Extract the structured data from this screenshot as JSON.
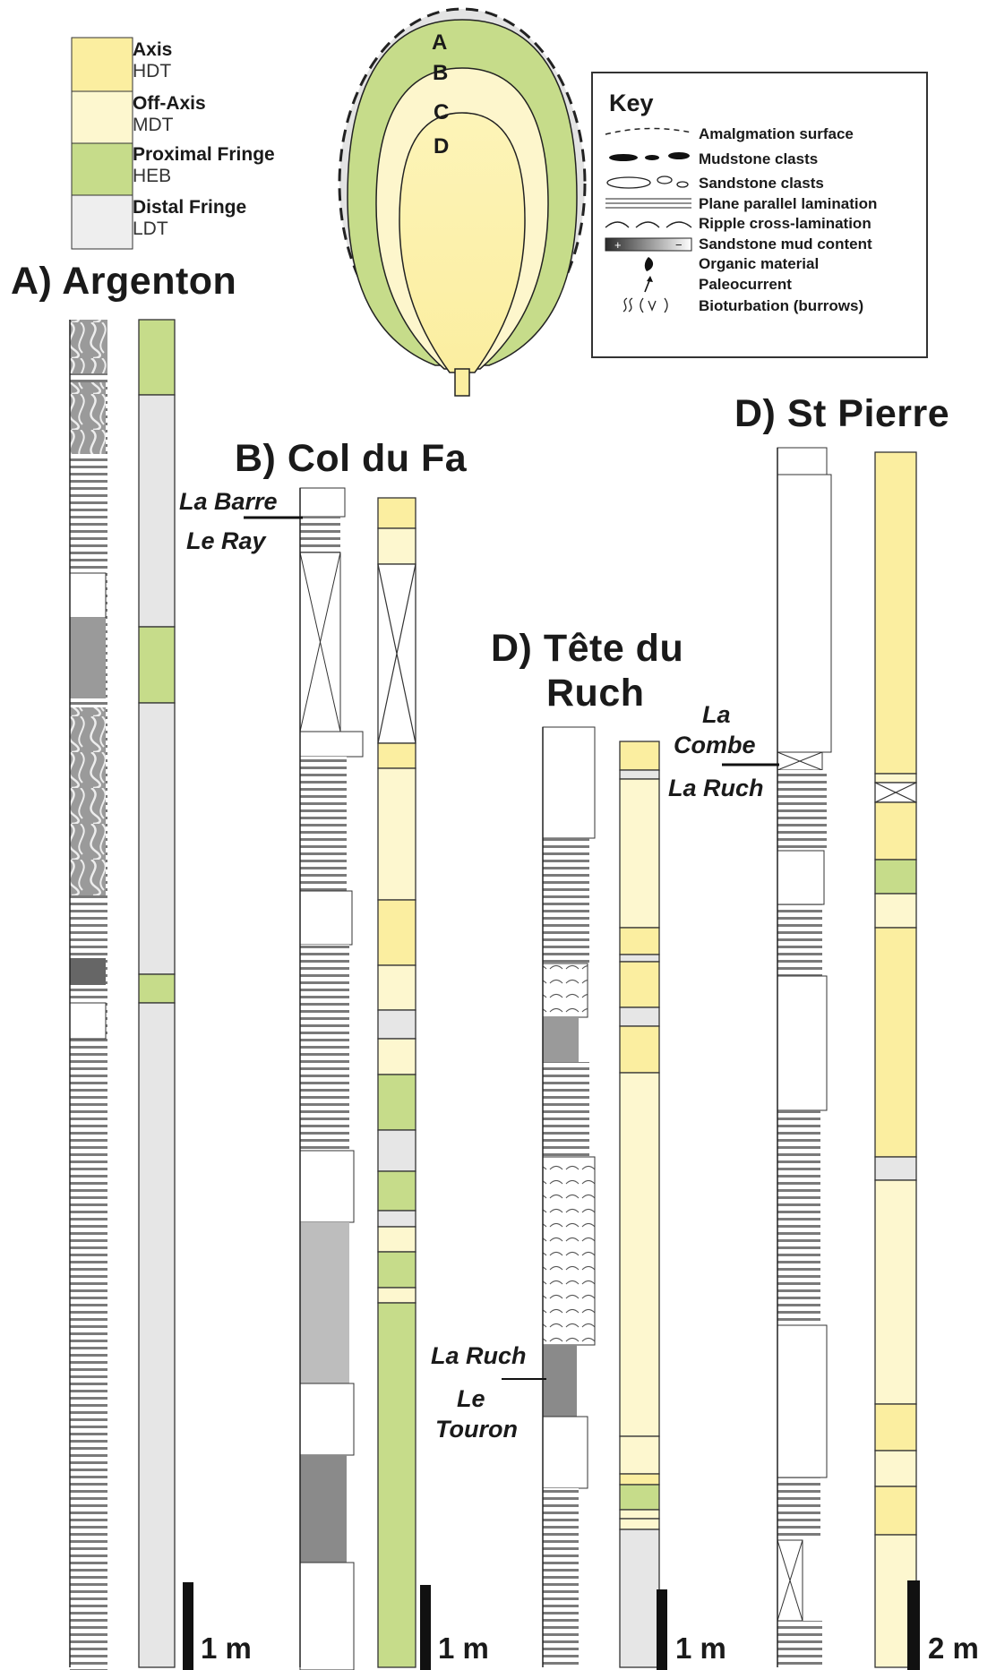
{
  "legend": [
    {
      "facies": "Axis",
      "code": "HDT",
      "color": "#fbeea0"
    },
    {
      "facies": "Off-Axis",
      "code": "MDT",
      "color": "#fdf7cf"
    },
    {
      "facies": "Proximal Fringe",
      "code": "HEB",
      "color": "#c6dc8a"
    },
    {
      "facies": "Distal Fringe",
      "code": "LDT",
      "color": "#e6e6e6"
    }
  ],
  "lobe_zones": [
    "A",
    "B",
    "C",
    "D"
  ],
  "key": {
    "title": "Key",
    "items": [
      {
        "label": "Amalgmation surface",
        "icon": "dashed-line-icon"
      },
      {
        "label": "Mudstone clasts",
        "icon": "mudstone-clasts-icon"
      },
      {
        "label": "Sandstone clasts",
        "icon": "sandstone-clasts-icon"
      },
      {
        "label": "Plane parallel lamination",
        "icon": "parallel-lines-icon"
      },
      {
        "label": "Ripple cross-lamination",
        "icon": "ripple-icon"
      },
      {
        "label": "Sandstone mud content",
        "icon": "gradient-bar-icon",
        "signs": [
          "+",
          "−"
        ]
      },
      {
        "label": "Organic material",
        "icon": "leaf-icon"
      },
      {
        "label": "Paleocurrent",
        "icon": "arrow-icon"
      },
      {
        "label": "Bioturbation (burrows)",
        "icon": "burrow-icon"
      }
    ]
  },
  "sections": [
    {
      "title": "A) Argenton",
      "members": [],
      "scale_label": "1 m",
      "facies_column": [
        "Proximal Fringe",
        "Distal Fringe",
        "Proximal Fringe",
        "Distal Fringe",
        "Proximal Fringe",
        "Distal Fringe"
      ]
    },
    {
      "title": "B) Col du Fa",
      "members": [
        "La Barre",
        "Le Ray"
      ],
      "scale_label": "1 m",
      "facies_column": [
        "Axis",
        "Off-Axis",
        "Unexposed",
        "Axis",
        "Off-Axis",
        "Axis",
        "Off-Axis",
        "Distal Fringe",
        "Off-Axis",
        "Proximal Fringe",
        "Distal Fringe",
        "Proximal Fringe",
        "Distal Fringe",
        "Off-Axis",
        "Proximal Fringe",
        "Off-Axis",
        "Proximal Fringe"
      ]
    },
    {
      "title_line1": "D) Tête du",
      "title_line2": "Ruch",
      "members": [
        "La Ruch",
        "Le",
        "Touron"
      ],
      "scale_label": "1 m",
      "facies_column": [
        "Axis",
        "Distal Fringe",
        "Off-Axis",
        "Axis",
        "Distal Fringe",
        "Axis",
        "Distal Fringe",
        "Axis",
        "Off-Axis",
        "Off-Axis",
        "Axis",
        "Proximal Fringe",
        "Off-Axis",
        "Off-Axis",
        "Distal Fringe"
      ]
    },
    {
      "title": "D) St Pierre",
      "members": [
        "La",
        "Combe",
        "La Ruch"
      ],
      "scale_label": "2 m",
      "facies_column": [
        "Axis",
        "Off-Axis",
        "Unexposed",
        "Axis",
        "Proximal Fringe",
        "Off-Axis",
        "Axis",
        "Distal Fringe",
        "Off-Axis",
        "Axis",
        "Off-Axis",
        "Axis",
        "Off-Axis"
      ]
    }
  ]
}
